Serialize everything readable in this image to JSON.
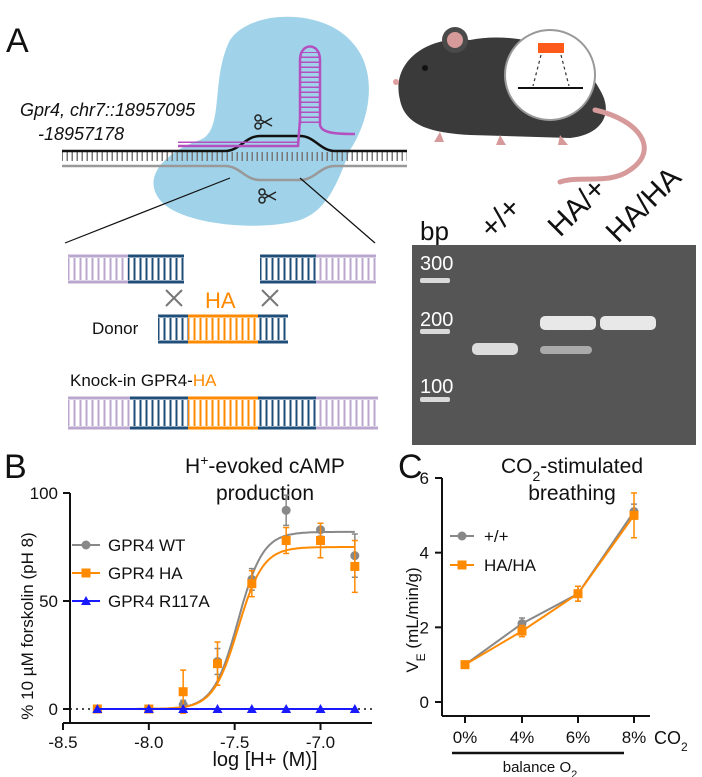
{
  "panel_a": {
    "letter": "A",
    "locus_line1": "Gpr4, chr7::18957095",
    "locus_line2": "-18957178",
    "insert_label": "HA",
    "donor_label": "Donor",
    "knockin_prefix": "Knock-in GPR4-",
    "knockin_tag": "HA",
    "gel": {
      "bp_label": "bp",
      "lane_labels": [
        "+/+",
        "HA/+",
        "HA/HA"
      ],
      "ladder_labels": [
        "300",
        "200",
        "100"
      ],
      "bands_bp": {
        "+/+": [
          150
        ],
        "HA/+": [
          200,
          150
        ],
        "HA/HA": [
          200
        ]
      }
    }
  },
  "panel_b": {
    "letter": "B",
    "title_line1_pre": "H",
    "title_line1_sup": "+",
    "title_line1_post": "-evoked cAMP",
    "title_line2": "production",
    "legend": [
      "GPR4 WT",
      "GPR4 HA",
      "GPR4 R117A"
    ],
    "xlabel": "log [H+ (M)]",
    "ylabel": "% 10 µM forskolin (pH 8)",
    "x_ticks": [
      "-8.5",
      "-8.0",
      "-7.5",
      "-7.0"
    ],
    "y_ticks": [
      "0",
      "50",
      "100"
    ]
  },
  "panel_c": {
    "letter": "C",
    "title_line1_pre": "CO",
    "title_line1_sub": "2",
    "title_line1_post": "-stimulated",
    "title_line2": "breathing",
    "legend": [
      "+/+",
      "HA/HA"
    ],
    "ylabel_main": "V",
    "ylabel_sub": "E",
    "ylabel_unit": " (mL/min/g)",
    "x_ticks": [
      "0%",
      "4%",
      "6%",
      "8%"
    ],
    "x_axis_tail": "CO",
    "x_axis_tail_sub": "2",
    "balance_pre": "balance O",
    "balance_sub": "2",
    "y_ticks": [
      "0",
      "2",
      "4",
      "6"
    ]
  },
  "colors": {
    "wt": "#888888",
    "ha": "#ff8a00",
    "r117a": "#1a1aff",
    "cas9": "#8fcbe5",
    "guide": "#b44fc0",
    "dna_dark": "#1f4e79",
    "dna_light": "#b9a7cf",
    "gel_bg": "#555555"
  },
  "chart_data": [
    {
      "type": "scatter",
      "title": "H+-evoked cAMP production",
      "xlabel": "log [H+ (M)]",
      "ylabel": "% 10 µM forskolin (pH 8)",
      "xlim": [
        -8.5,
        -6.7
      ],
      "ylim": [
        0,
        100
      ],
      "series": [
        {
          "name": "GPR4 WT",
          "fit": {
            "bottom": 0,
            "top": 82,
            "logEC50": -7.48,
            "hill": 6
          },
          "points": [
            [
              -8.3,
              0
            ],
            [
              -8.0,
              0
            ],
            [
              -7.8,
              2
            ],
            [
              -7.6,
              22
            ],
            [
              -7.4,
              60
            ],
            [
              -7.2,
              92
            ],
            [
              -7.0,
              83
            ],
            [
              -6.8,
              71
            ]
          ],
          "err": [
            1,
            1,
            2,
            6,
            5,
            7,
            3,
            10
          ]
        },
        {
          "name": "GPR4 HA",
          "fit": {
            "bottom": 0,
            "top": 75,
            "logEC50": -7.48,
            "hill": 6
          },
          "points": [
            [
              -8.3,
              0
            ],
            [
              -8.0,
              0
            ],
            [
              -7.8,
              8
            ],
            [
              -7.6,
              21
            ],
            [
              -7.4,
              58
            ],
            [
              -7.2,
              78
            ],
            [
              -7.0,
              78
            ],
            [
              -6.8,
              66
            ]
          ],
          "err": [
            1,
            1,
            10,
            10,
            6,
            6,
            8,
            12
          ]
        },
        {
          "name": "GPR4 R117A",
          "points": [
            [
              -8.3,
              0
            ],
            [
              -8.0,
              0
            ],
            [
              -7.8,
              0
            ],
            [
              -7.6,
              0
            ],
            [
              -7.4,
              0
            ],
            [
              -7.2,
              0
            ],
            [
              -7.0,
              0
            ],
            [
              -6.8,
              0
            ]
          ],
          "err": [
            0,
            0,
            0,
            0,
            0,
            0,
            0,
            0
          ]
        }
      ]
    },
    {
      "type": "line",
      "title": "CO2-stimulated breathing",
      "xlabel": "CO2",
      "ylabel": "VE (mL/min/g)",
      "categories": [
        "0%",
        "4%",
        "6%",
        "8%"
      ],
      "ylim": [
        0,
        6
      ],
      "series": [
        {
          "name": "+/+",
          "values": [
            1.0,
            2.1,
            2.9,
            5.1
          ],
          "err": [
            0.05,
            0.15,
            0.2,
            0.2
          ]
        },
        {
          "name": "HA/HA",
          "values": [
            1.0,
            1.9,
            2.9,
            5.0
          ],
          "err": [
            0.05,
            0.15,
            0.2,
            0.6
          ]
        }
      ]
    }
  ]
}
